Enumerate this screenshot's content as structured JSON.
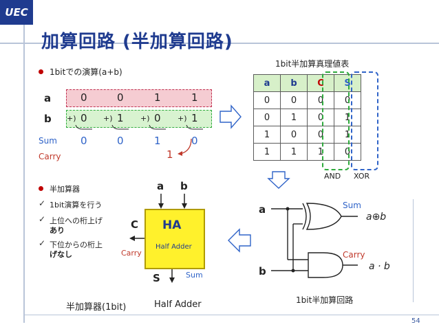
{
  "header": {
    "logo": "UEC",
    "title": "加算回路 (半加算回路)",
    "page": "54"
  },
  "left": {
    "bullet": "1bitでの演算(a+b)",
    "row_a_label": "a",
    "row_b_label": "b",
    "a_bits": [
      "0",
      "0",
      "1",
      "1"
    ],
    "b_bits": [
      "0",
      "1",
      "0",
      "1"
    ],
    "plus": "+)",
    "sum_label": "Sum",
    "sum_bits": [
      "0",
      "0",
      "1",
      "0"
    ],
    "carry_label": "Carry",
    "carry_value": "1"
  },
  "ha": {
    "bullets": [
      "半加算器",
      "1bit演算を行う",
      "上位への桁上げあり",
      "下位からの桁上げなし"
    ],
    "bullet2_line1": "上位への桁上げ",
    "bullet2_line2": "あり",
    "bullet3_line1": "下位からの桁上",
    "bullet3_line2": "げなし",
    "input_a": "a",
    "input_b": "b",
    "box_title": "HA",
    "box_sub": "Half Adder",
    "c_label": "C",
    "carry_label": "Carry",
    "s_label": "S",
    "sum_label": "Sum",
    "caption": "半加算器(1bit)",
    "caption_en": "Half Adder"
  },
  "truth": {
    "title": "1bit半加算真理値表",
    "headers": [
      "a",
      "b",
      "C",
      "S"
    ],
    "rows": [
      [
        "0",
        "0",
        "0",
        "0"
      ],
      [
        "0",
        "1",
        "0",
        "1"
      ],
      [
        "1",
        "0",
        "0",
        "1"
      ],
      [
        "1",
        "1",
        "1",
        "0"
      ]
    ],
    "and_label": "AND",
    "xor_label": "XOR"
  },
  "circuit": {
    "a": "a",
    "b": "b",
    "sum": "Sum",
    "carry": "Carry",
    "sum_expr": "a⊕b",
    "carry_expr": "a · b",
    "caption": "1bit半加算回路"
  },
  "colors": {
    "accent": "#1f3b8f",
    "red": "#c00000",
    "ha_yellow": "#fff12c",
    "table_header": "#d7f0c9",
    "dash_green": "#2eaa3c",
    "dash_blue": "#2f63c8"
  }
}
